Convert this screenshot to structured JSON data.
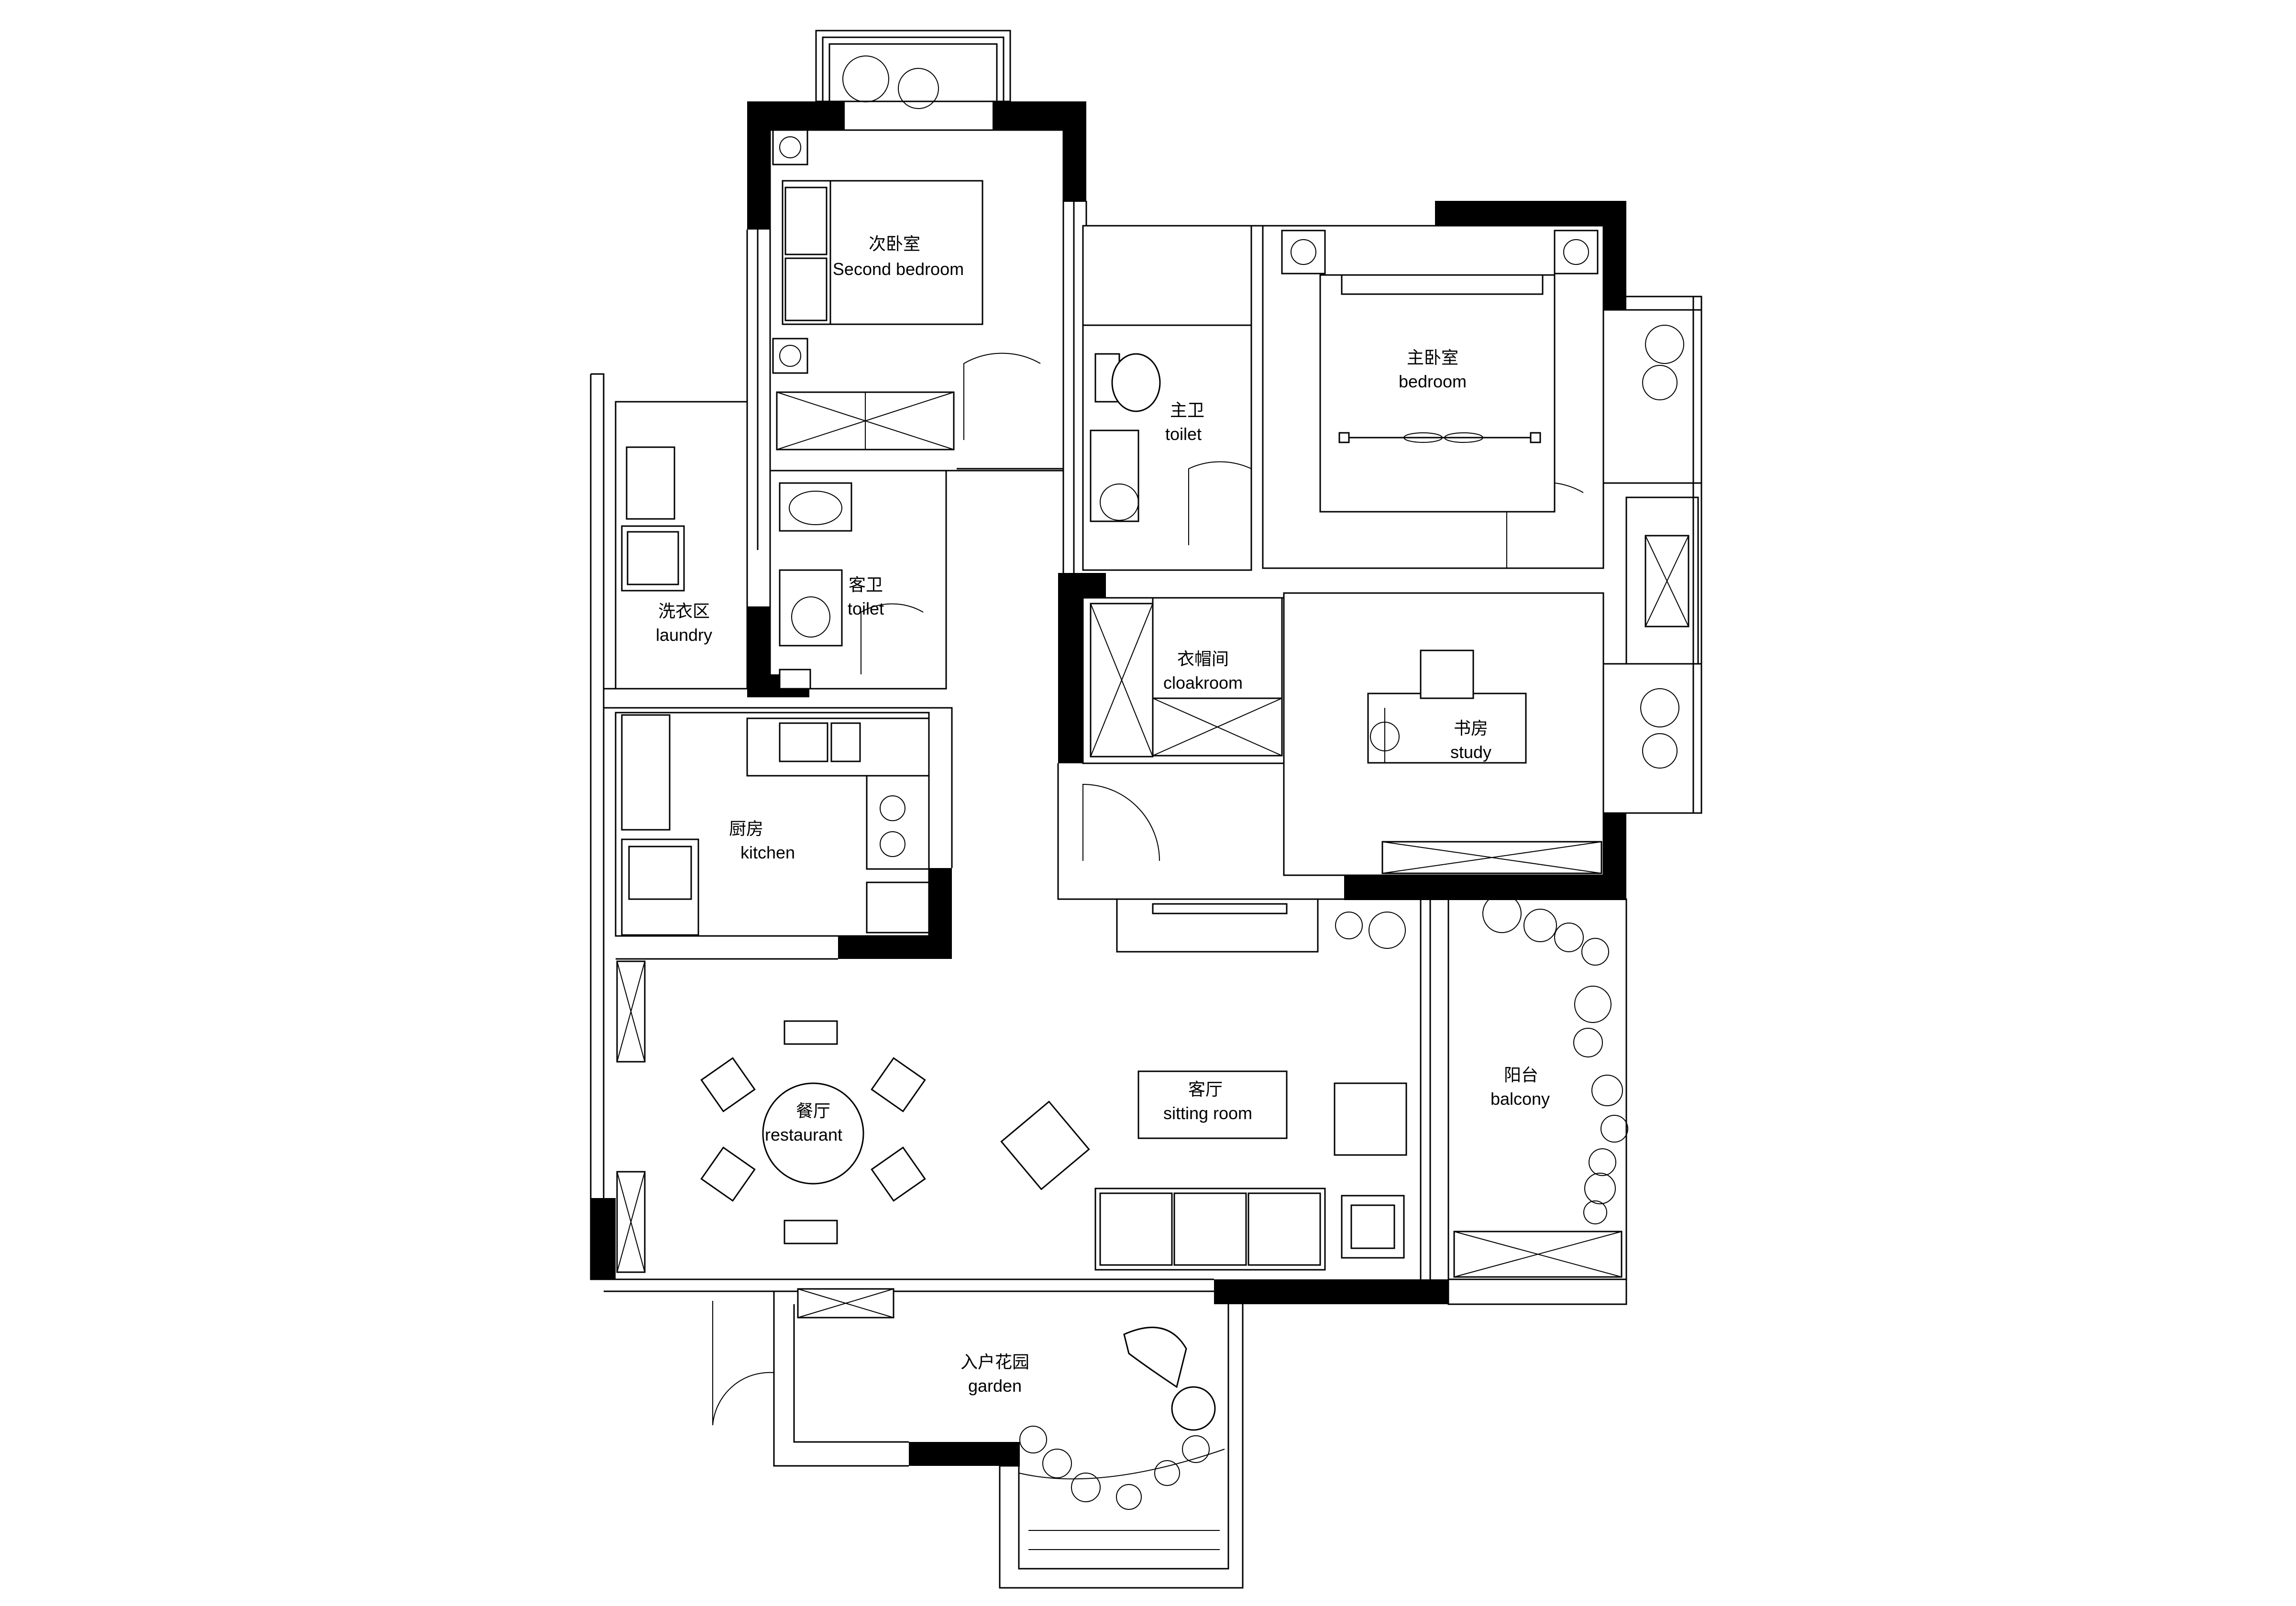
{
  "rooms": {
    "second_bedroom": {
      "cn": "次卧室",
      "en": "Second bedroom"
    },
    "master_toilet": {
      "cn": "主卫",
      "en": "toilet"
    },
    "master_bedroom": {
      "cn": "主卧室",
      "en": "bedroom"
    },
    "laundry": {
      "cn": "洗衣区",
      "en": "laundry"
    },
    "guest_toilet": {
      "cn": "客卫",
      "en": "toilet"
    },
    "cloakroom": {
      "cn": "衣帽间",
      "en": "cloakroom"
    },
    "study": {
      "cn": "书房",
      "en": "study"
    },
    "kitchen": {
      "cn": "厨房",
      "en": "kitchen"
    },
    "sitting_room": {
      "cn": "客厅",
      "en": "sitting room"
    },
    "balcony": {
      "cn": "阳台",
      "en": "balcony"
    },
    "restaurant": {
      "cn": "餐厅",
      "en": "restaurant"
    },
    "garden": {
      "cn": "入户花园",
      "en": "garden"
    }
  }
}
